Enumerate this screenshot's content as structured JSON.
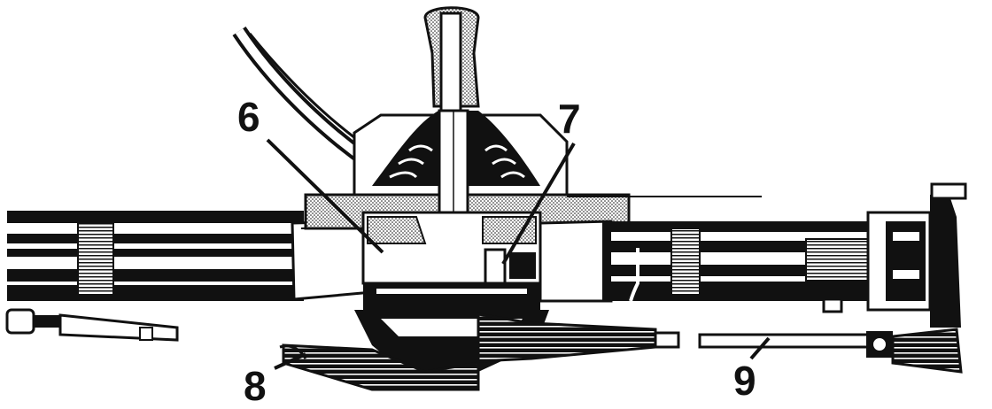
{
  "callouts": {
    "c6": "6",
    "c7": "7",
    "c8": "8",
    "c9": "9"
  },
  "colors": {
    "ink": "#111111",
    "paper": "#ffffff",
    "stipple": "#6e6e6e"
  }
}
